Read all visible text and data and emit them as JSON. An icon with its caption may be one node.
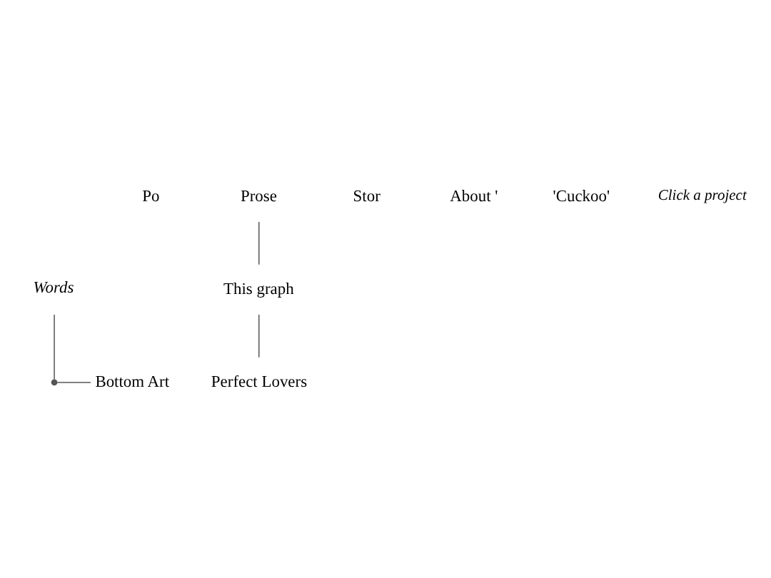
{
  "diagram": {
    "nodes": [
      {
        "text": [
          "Words"
        ]
      },
      {
        "text": [
          "Po"
        ]
      },
      {
        "text": [
          "Prose"
        ]
      },
      {
        "text": [
          "Stor"
        ]
      },
      {
        "text": [
          "About '"
        ]
      },
      {
        "text": [
          "'Cuckoo'"
        ]
      },
      {
        "text": [
          "This graph"
        ]
      },
      {
        "text": [
          "Bottom Art"
        ]
      },
      {
        "text": [
          "Perfect Lovers"
        ]
      },
      {
        "text": [],
        "shape": "point"
      }
    ],
    "edges": [
      {
        "from": 0,
        "to": 9,
        "arrow": "none"
      },
      {
        "from": 9,
        "to": 7,
        "arrow": "none"
      },
      {
        "from": 2,
        "to": 6,
        "arrow": "none"
      },
      {
        "from": 6,
        "to": 8,
        "arrow": "none"
      }
    ],
    "labels": [
      "Click a project"
    ]
  }
}
